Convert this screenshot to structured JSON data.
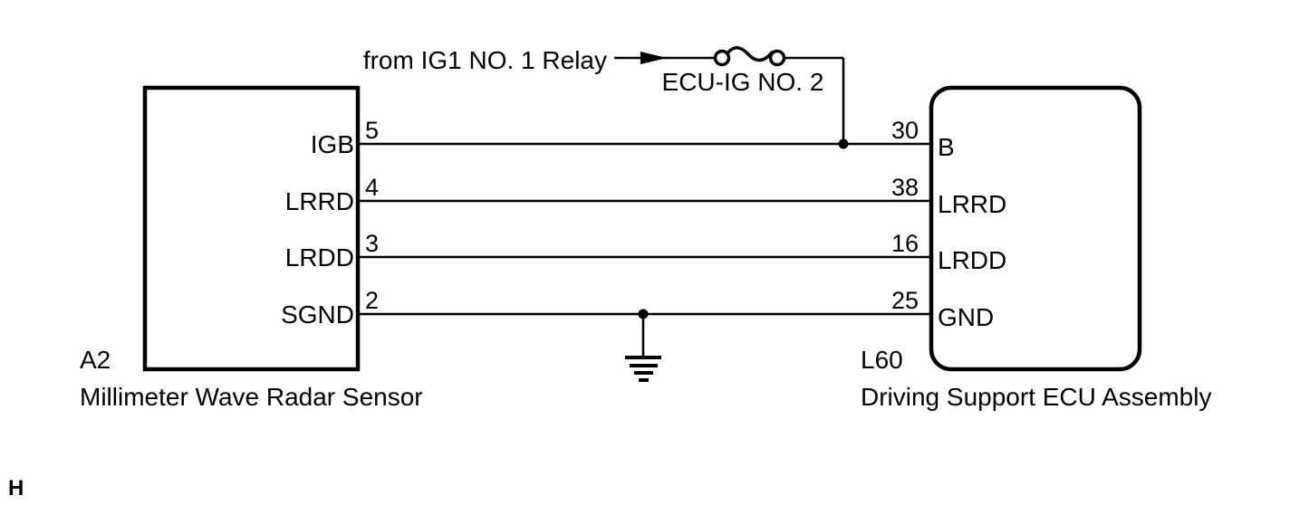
{
  "colors": {
    "line": "#000000",
    "background": "#ffffff",
    "text": "#000000"
  },
  "relay_circuit": {
    "source_label": "from IG1 NO. 1 Relay",
    "fuse_name": "ECU-IG NO. 2"
  },
  "radar_sensor": {
    "connector_code": "A2",
    "component_name": "Millimeter Wave Radar Sensor",
    "pins": [
      {
        "number": "5",
        "label": "IGB"
      },
      {
        "number": "4",
        "label": "LRRD"
      },
      {
        "number": "3",
        "label": "LRDD"
      },
      {
        "number": "2",
        "label": "SGND"
      }
    ]
  },
  "ecu": {
    "connector_code": "L60",
    "component_name": "Driving Support ECU Assembly",
    "pins": [
      {
        "number": "30",
        "label": "B"
      },
      {
        "number": "38",
        "label": "LRRD"
      },
      {
        "number": "16",
        "label": "LRDD"
      },
      {
        "number": "25",
        "label": "GND"
      }
    ]
  },
  "page": {
    "marker": "H"
  }
}
